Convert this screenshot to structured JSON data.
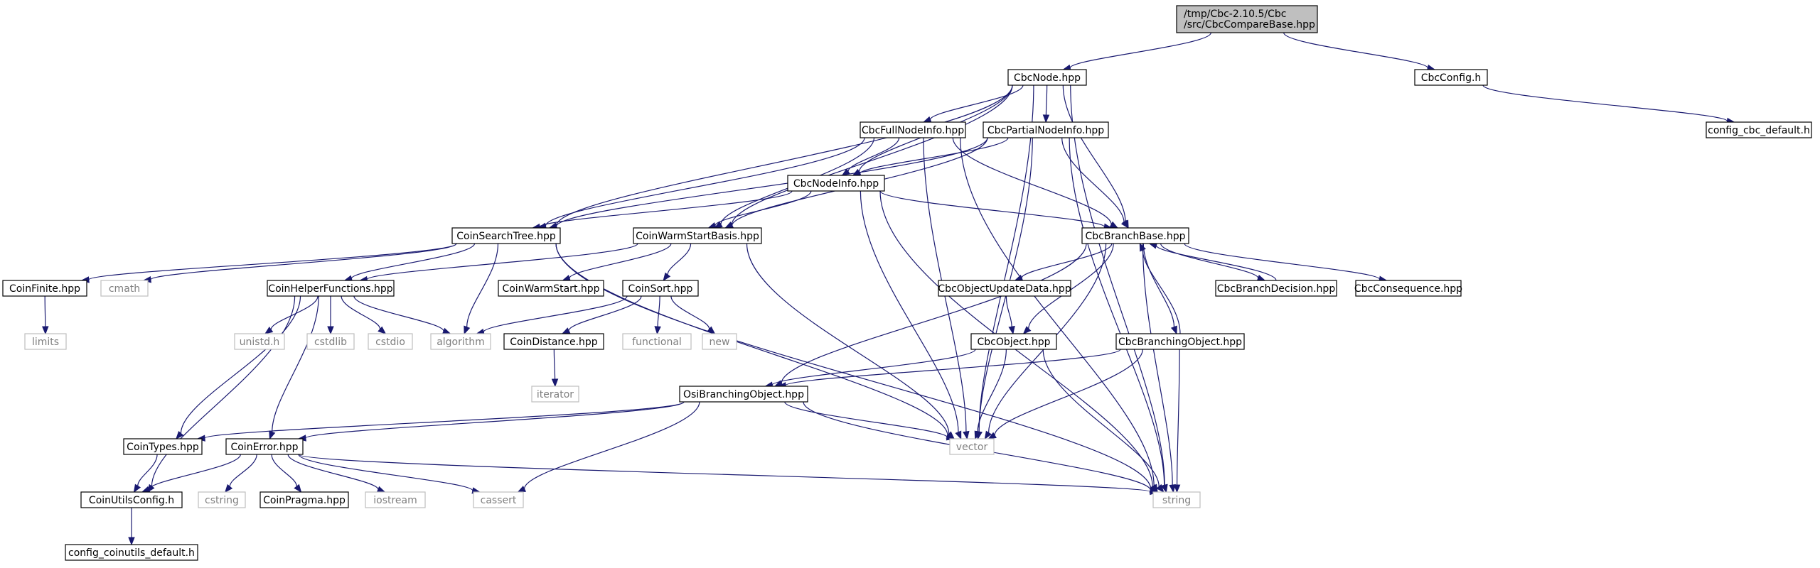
{
  "graph": {
    "root": {
      "line1": "/tmp/Cbc-2.10.5/Cbc",
      "line2": "/src/CbcCompareBase.hpp"
    },
    "nodes": {
      "cbc_node": "CbcNode.hpp",
      "cbc_config": "CbcConfig.h",
      "config_cbc_default": "config_cbc_default.h",
      "cbc_full_node_info": "CbcFullNodeInfo.hpp",
      "cbc_partial_node_info": "CbcPartialNodeInfo.hpp",
      "cbc_node_info": "CbcNodeInfo.hpp",
      "coin_search_tree": "CoinSearchTree.hpp",
      "coin_warm_start_basis": "CoinWarmStartBasis.hpp",
      "cbc_branch_base": "CbcBranchBase.hpp",
      "coin_finite": "CoinFinite.hpp",
      "cmath": "cmath",
      "coin_helper_functions": "CoinHelperFunctions.hpp",
      "coin_warm_start": "CoinWarmStart.hpp",
      "coin_sort": "CoinSort.hpp",
      "cbc_object_update_data": "CbcObjectUpdateData.hpp",
      "cbc_branch_decision": "CbcBranchDecision.hpp",
      "cbc_consequence": "CbcConsequence.hpp",
      "limits": "limits",
      "unistd": "unistd.h",
      "cstdlib": "cstdlib",
      "cstdio": "cstdio",
      "algorithm": "algorithm",
      "coin_distance": "CoinDistance.hpp",
      "functional": "functional",
      "new": "new",
      "cbc_object": "CbcObject.hpp",
      "cbc_branching_object": "CbcBranchingObject.hpp",
      "iterator": "iterator",
      "osi_branching_object": "OsiBranchingObject.hpp",
      "coin_types": "CoinTypes.hpp",
      "coin_error": "CoinError.hpp",
      "vector": "vector",
      "coin_utils_config": "CoinUtilsConfig.h",
      "cstring": "cstring",
      "coin_pragma": "CoinPragma.hpp",
      "iostream": "iostream",
      "cassert": "cassert",
      "string": "string",
      "config_coinutils_default": "config_coinutils_default.h"
    },
    "colors": {
      "edge": "#191970",
      "root_fill": "#bfbfbf",
      "node_border": "#000000",
      "system_border": "#bfbfbf",
      "system_text": "#7f7f7f"
    }
  }
}
